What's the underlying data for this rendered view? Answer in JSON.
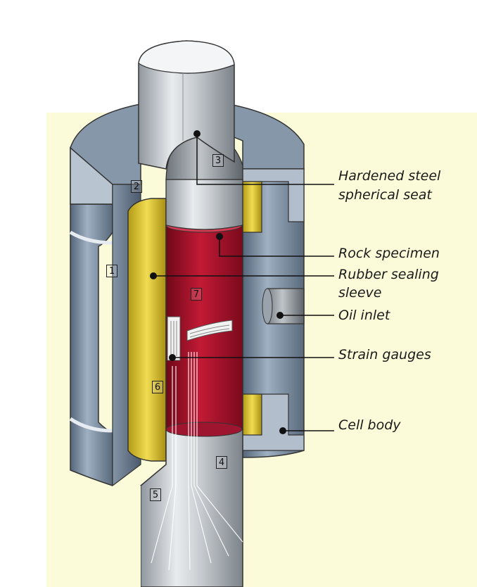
{
  "callouts": {
    "seat_line1": "Hardened  steel",
    "seat_line2": "spherical seat",
    "rock": "Rock specimen",
    "sleeve_line1": "Rubber sealing",
    "sleeve_line2": "sleeve",
    "oil": "Oil inlet",
    "gauges": "Strain gauges",
    "body": "Cell body"
  },
  "numbers": {
    "n1": "1",
    "n2": "2",
    "n3": "3",
    "n4": "4",
    "n5": "5",
    "n6": "6",
    "n7": "7"
  },
  "colors": {
    "background": "#fcfbd9",
    "cell_body": "#7d8fa3",
    "piston": "#c9cdd2",
    "rock": "#a3122a",
    "sleeve": "#d9c12a"
  }
}
